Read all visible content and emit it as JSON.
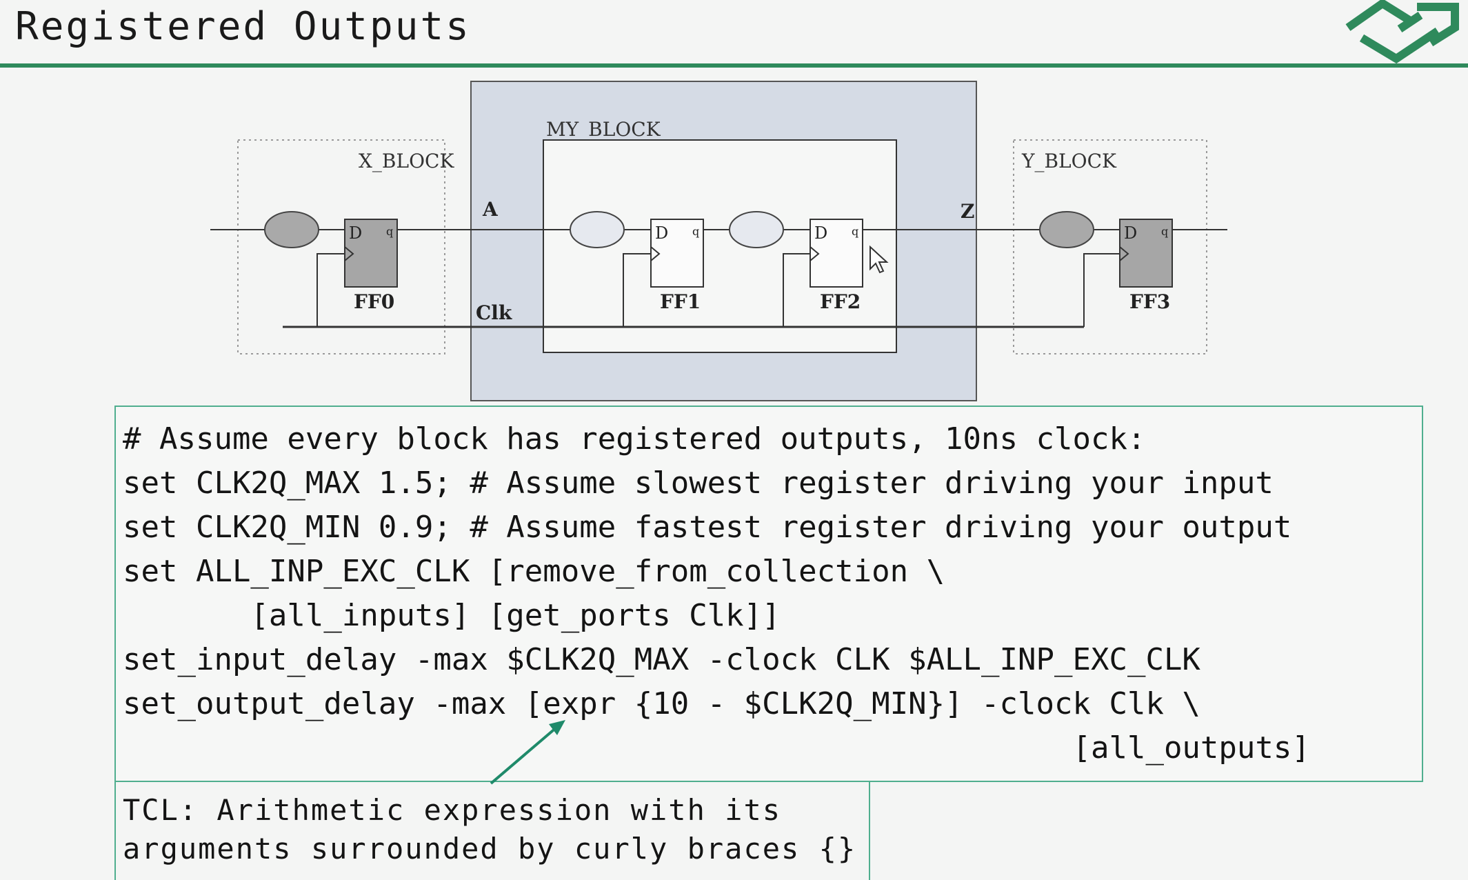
{
  "slide": {
    "title": "Registered Outputs",
    "accent_color": "#2f8a5c"
  },
  "diagram": {
    "blocks": {
      "x_block": "X_BLOCK",
      "my_block": "MY_BLOCK",
      "y_block": "Y_BLOCK"
    },
    "ports": {
      "a": "A",
      "z": "Z",
      "clk": "Clk"
    },
    "flip_flops": [
      "FF0",
      "FF1",
      "FF2",
      "FF3"
    ],
    "ff_pin_d": "D",
    "ff_pin_q": "q"
  },
  "code": {
    "lines": [
      "# Assume every block has registered outputs, 10ns clock:",
      "set CLK2Q_MAX 1.5; # Assume slowest register driving your input",
      "set CLK2Q_MIN 0.9; # Assume fastest register driving your output",
      "set ALL_INP_EXC_CLK [remove_from_collection \\",
      "       [all_inputs] [get_ports Clk]]",
      "set_input_delay -max $CLK2Q_MAX -clock CLK $ALL_INP_EXC_CLK",
      "set_output_delay -max [expr {10 - $CLK2Q_MIN}] -clock Clk \\",
      "                                                    [all_outputs]"
    ]
  },
  "note": {
    "lines": [
      "TCL: Arithmetic expression with its",
      "arguments surrounded by curly braces {}"
    ]
  }
}
